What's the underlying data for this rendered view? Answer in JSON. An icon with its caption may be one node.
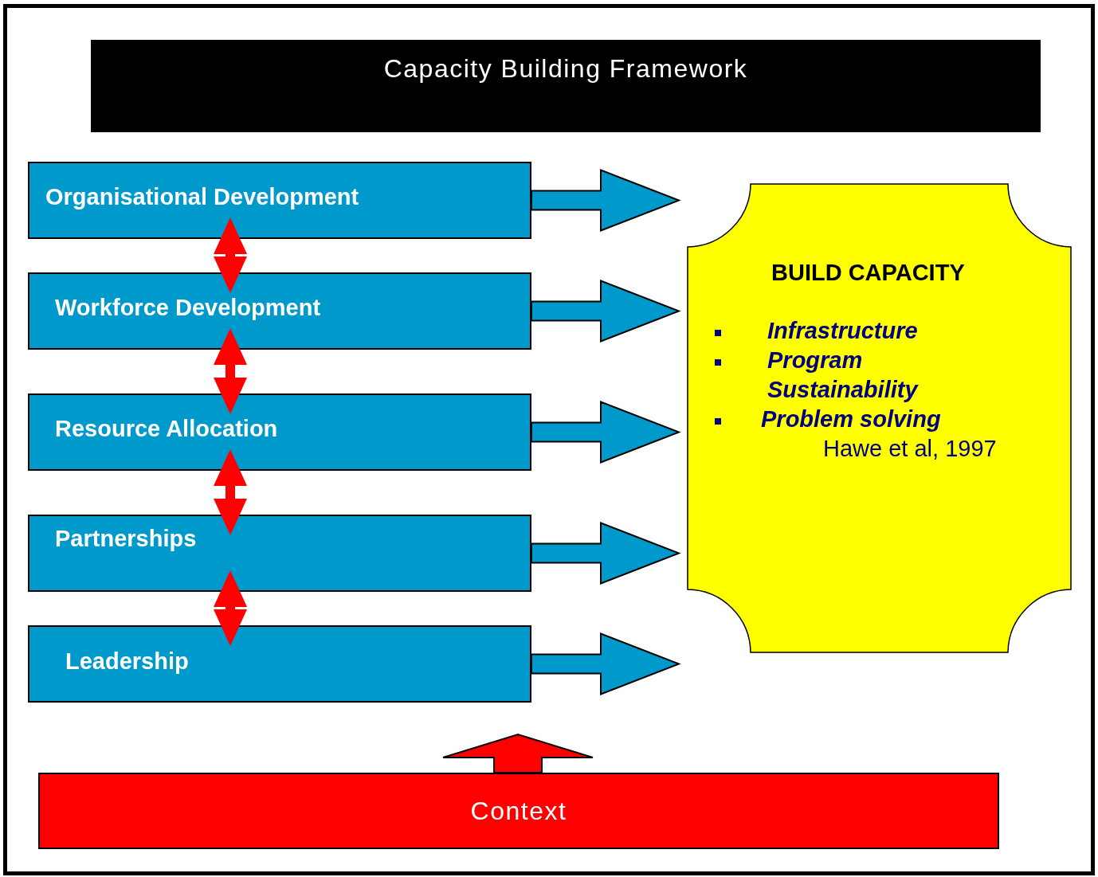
{
  "diagram": {
    "nodes": [
      {
        "text": [
          "Capacity Building Framework"
        ]
      },
      {
        "text": [
          "Organisational Development"
        ]
      },
      {
        "text": [
          "Workforce Development"
        ]
      },
      {
        "text": [
          "Resource Allocation"
        ]
      },
      {
        "text": [
          "Partnerships"
        ]
      },
      {
        "text": [
          "Leadership"
        ]
      },
      {
        "text": [
          "BUILD CAPACITY",
          "Infrastructure",
          "Program Sustainability",
          "Problem solving",
          "Hawe et al, 1997"
        ]
      },
      {
        "text": [
          "Context"
        ]
      }
    ],
    "edges": [
      {
        "from": 1,
        "to": 6,
        "arrow": "to",
        "style": "thick"
      },
      {
        "from": 2,
        "to": 6,
        "arrow": "to",
        "style": "thick"
      },
      {
        "from": 3,
        "to": 6,
        "arrow": "to",
        "style": "thick"
      },
      {
        "from": 4,
        "to": 6,
        "arrow": "to",
        "style": "thick"
      },
      {
        "from": 5,
        "to": 6,
        "arrow": "to",
        "style": "thick"
      },
      {
        "from": 1,
        "to": 2,
        "arrow": "both",
        "style": "thick",
        "color": "#ff0000"
      },
      {
        "from": 2,
        "to": 3,
        "arrow": "both",
        "style": "thick",
        "color": "#ff0000"
      },
      {
        "from": 3,
        "to": 4,
        "arrow": "both",
        "style": "thick",
        "color": "#ff0000"
      },
      {
        "from": 4,
        "to": 5,
        "arrow": "both",
        "style": "thick",
        "color": "#ff0000"
      },
      {
        "from": 7,
        "to": null,
        "arrow": "to",
        "style": "thick",
        "color": "#ff0000"
      }
    ]
  }
}
